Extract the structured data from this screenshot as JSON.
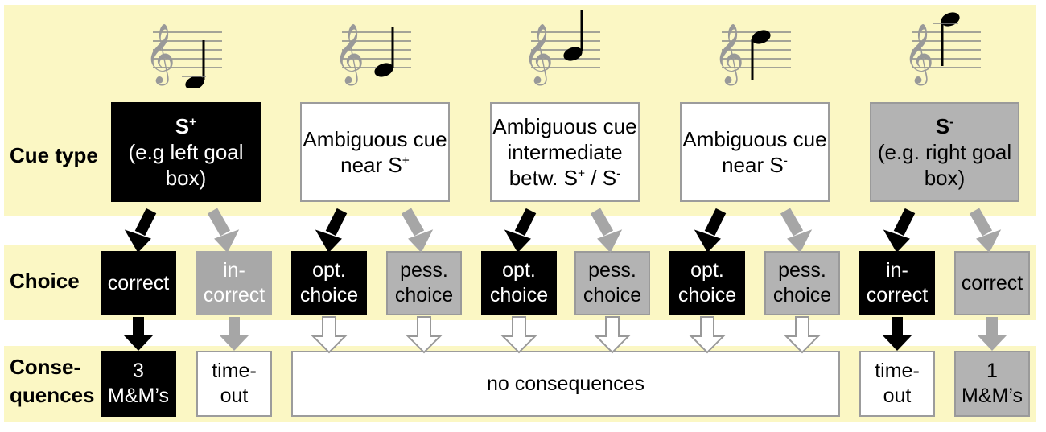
{
  "row_labels": {
    "cue_type": "Cue type",
    "choice": "Choice",
    "consequences_1": "Conse-",
    "consequences_2": "quences"
  },
  "cues": {
    "s_plus": {
      "title_base": "S",
      "title_sup": "+",
      "line1": "(e.g left goal",
      "line2": "box)"
    },
    "amb_near_plus": {
      "line1": "Ambiguous cue",
      "line2_base": "near S",
      "line2_sup": "+"
    },
    "amb_mid": {
      "line1": "Ambiguous cue",
      "line2": "intermediate",
      "line3_a": "betw. S",
      "line3_sup_a": "+",
      "line3_b": " / S",
      "line3_sup_b": "-"
    },
    "amb_near_minus": {
      "line1": "Ambiguous cue",
      "line2_base": "near S",
      "line2_sup": "-"
    },
    "s_minus": {
      "title_base": "S",
      "title_sup": "-",
      "line1": "(e.g. right goal",
      "line2": "box)"
    }
  },
  "choices": {
    "c1": {
      "line1": "correct"
    },
    "c2": {
      "line1": "in-",
      "line2": "correct"
    },
    "c3": {
      "line1": "opt.",
      "line2": "choice"
    },
    "c4": {
      "line1": "pess.",
      "line2": "choice"
    },
    "c5": {
      "line1": "opt.",
      "line2": "choice"
    },
    "c6": {
      "line1": "pess.",
      "line2": "choice"
    },
    "c7": {
      "line1": "opt.",
      "line2": "choice"
    },
    "c8": {
      "line1": "pess.",
      "line2": "choice"
    },
    "c9": {
      "line1": "in-",
      "line2": "correct"
    },
    "c10": {
      "line1": "correct"
    }
  },
  "consequences": {
    "q1": {
      "line1": "3",
      "line2": "M&M’s"
    },
    "q2": {
      "line1": "time-",
      "line2": "out"
    },
    "q3": {
      "line1": "no consequences"
    },
    "q4": {
      "line1": "time-",
      "line2": "out"
    },
    "q5": {
      "line1": "1",
      "line2": "M&M’s"
    }
  },
  "colors": {
    "band": "#fbf7c4",
    "black": "#000000",
    "grey": "#a6a6a6",
    "white": "#ffffff"
  },
  "icons": [
    "treble-clef-icon",
    "quarter-note-icon"
  ]
}
